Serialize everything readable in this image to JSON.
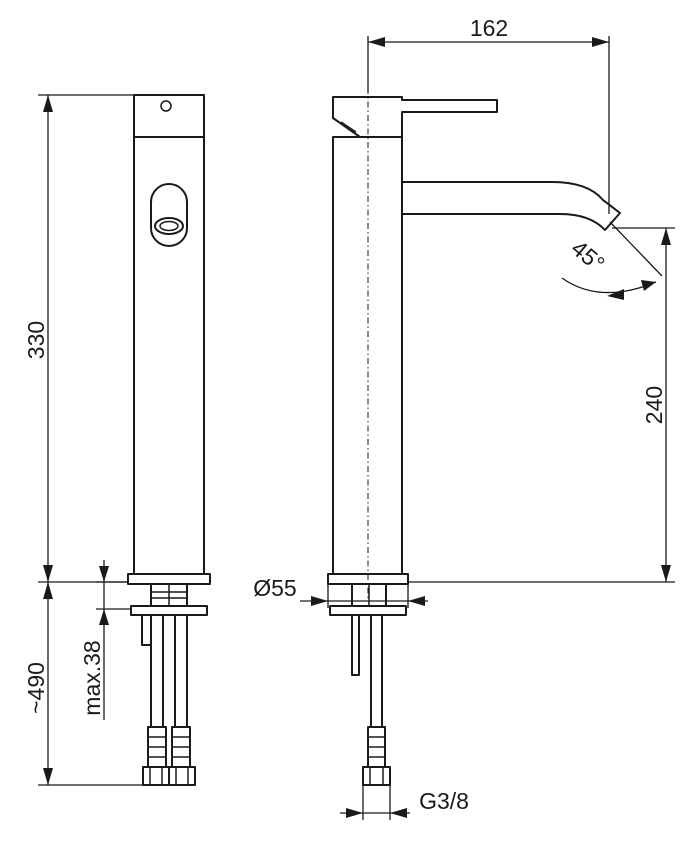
{
  "dimensions": {
    "spout_reach": "162",
    "total_height": "330",
    "spout_height": "240",
    "hose_length": "~490",
    "deck_thickness": "max.38",
    "base_diameter": "Ø55",
    "connection_thread": "G3/8",
    "spout_angle": "45°"
  },
  "colors": {
    "line": "#1a1a1a",
    "background": "#ffffff"
  }
}
